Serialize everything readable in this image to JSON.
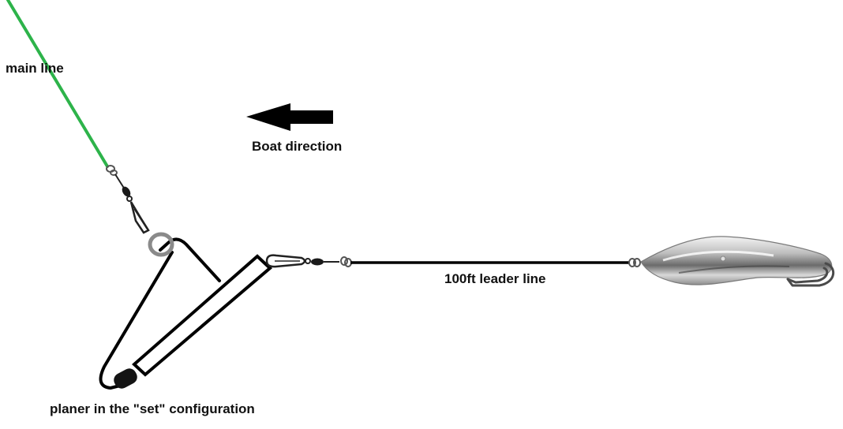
{
  "labels": {
    "main_line": "main line",
    "boat_direction": "Boat direction",
    "leader_line": "100ft leader line",
    "planer": "planer in the \"set\" configuration"
  },
  "colors": {
    "main_line": "#2db34a",
    "leader_line": "#000000",
    "text": "#111111",
    "planer_outline": "#000000",
    "ring": "#8a8a8a"
  }
}
